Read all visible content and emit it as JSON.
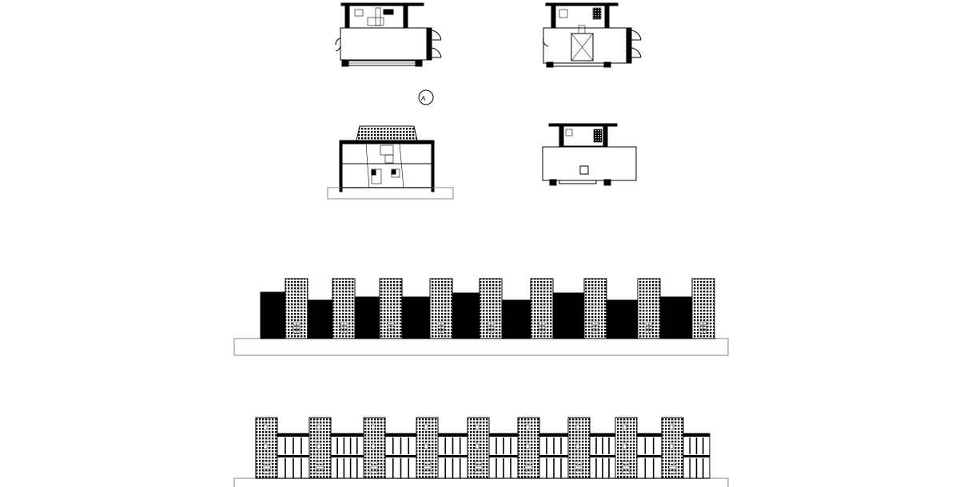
{
  "north_arrow": {
    "label": "A"
  },
  "drawings": [
    {
      "id": "plan-ground-floor"
    },
    {
      "id": "plan-first-floor"
    },
    {
      "id": "section"
    },
    {
      "id": "plan-second-floor"
    },
    {
      "id": "elevation-street"
    },
    {
      "id": "elevation-garden"
    }
  ],
  "colors": {
    "ink": "#000000",
    "ground": "#888888",
    "paper": "#ffffff"
  }
}
